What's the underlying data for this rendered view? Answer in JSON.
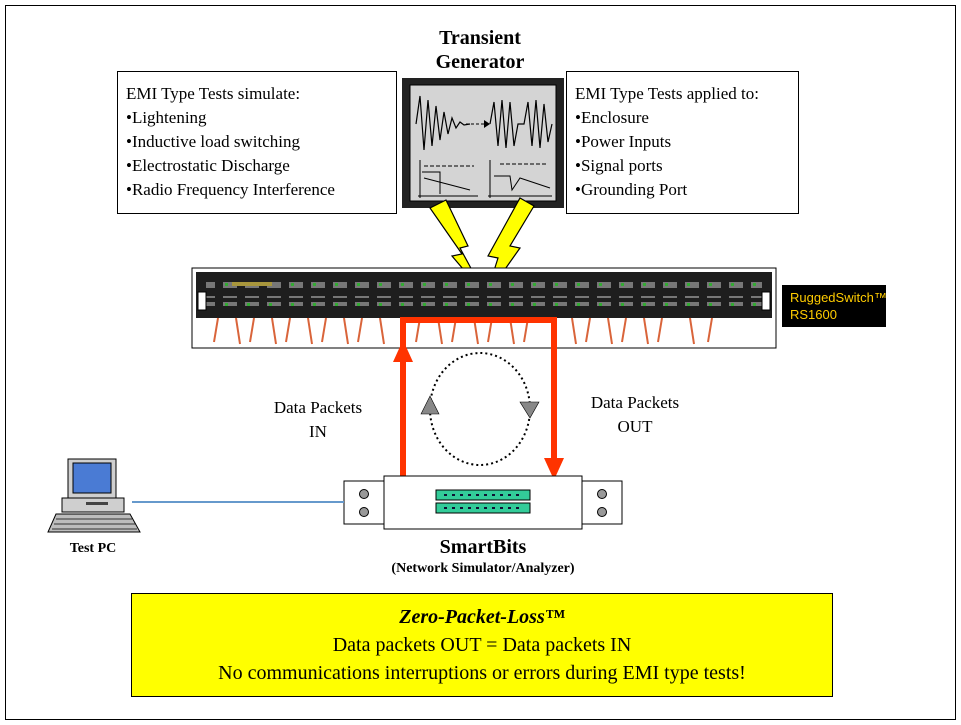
{
  "generator": {
    "title_line1": "Transient",
    "title_line2": "Generator"
  },
  "emi_simulate": {
    "heading": "EMI Type Tests simulate:",
    "items": [
      "•Lightening",
      "•Inductive load switching",
      "•Electrostatic Discharge",
      "•Radio Frequency Interference"
    ]
  },
  "emi_applied": {
    "heading": "EMI Type Tests applied to:",
    "items": [
      "•Enclosure",
      "•Power Inputs",
      "•Signal ports",
      "•Grounding Port"
    ]
  },
  "switch_label": {
    "line1": "RuggedSwitch™",
    "line2": "RS1600"
  },
  "packets_in": {
    "line1": "Data Packets",
    "line2": "IN"
  },
  "packets_out": {
    "line1": "Data Packets",
    "line2": "OUT"
  },
  "test_pc": {
    "label": "Test PC"
  },
  "smartbits": {
    "title": "SmartBits",
    "subtitle": "(Network Simulator/Analyzer)"
  },
  "conclusion": {
    "title": "Zero-Packet-Loss™",
    "line1": "Data packets OUT = Data packets IN",
    "line2": "No communications interruptions or errors during EMI type tests!"
  },
  "colors": {
    "arrow": "#ff3300",
    "lightning": "#ffff00",
    "conclusion_bg": "#ffff00",
    "switch_label_bg": "#000000",
    "switch_label_text": "#ffcc00",
    "pc_link": "#6699cc",
    "port_led": "#33cc99"
  }
}
